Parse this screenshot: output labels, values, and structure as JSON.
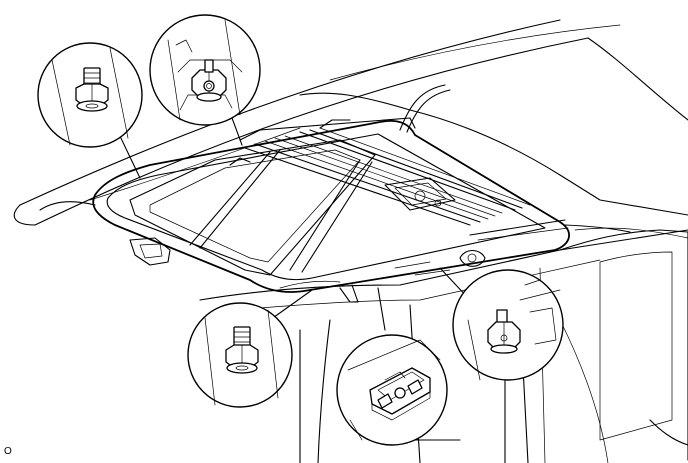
{
  "figure": {
    "id_label": "O",
    "callouts": [
      {
        "name": "bolt-top-left",
        "part": "bolt"
      },
      {
        "name": "nut-top-center",
        "part": "nut"
      },
      {
        "name": "bolt-bottom-left",
        "part": "bolt"
      },
      {
        "name": "clip-bottom-center",
        "part": "clip"
      },
      {
        "name": "nut-bottom-right",
        "part": "nut"
      }
    ],
    "colors": {
      "line": "#000000",
      "background": "#ffffff"
    }
  }
}
